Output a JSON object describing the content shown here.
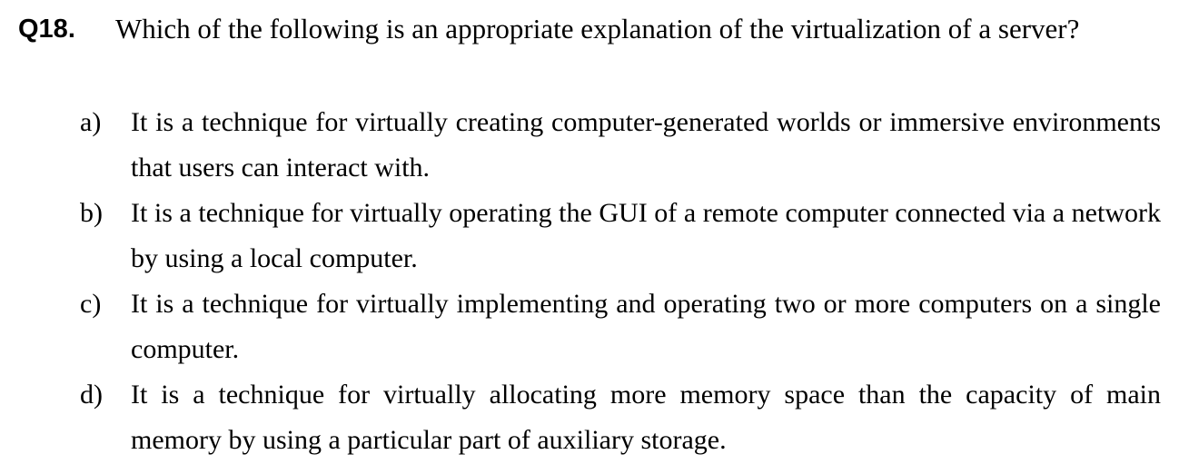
{
  "question": {
    "number": "Q18.",
    "text": "Which of the following is an appropriate explanation of the virtualization of a server?"
  },
  "options": [
    {
      "label": "a)",
      "text": "It is a technique for virtually creating computer-generated worlds or immersive environments that users can interact with."
    },
    {
      "label": "b)",
      "text": "It is a technique for virtually operating the GUI of a remote computer connected via a network by using a local computer."
    },
    {
      "label": "c)",
      "text": "It is a technique for virtually implementing and operating two or more computers on a single computer."
    },
    {
      "label": "d)",
      "text": "It is a technique for virtually allocating more memory space than the capacity of main memory by using a particular part of auxiliary storage."
    }
  ]
}
